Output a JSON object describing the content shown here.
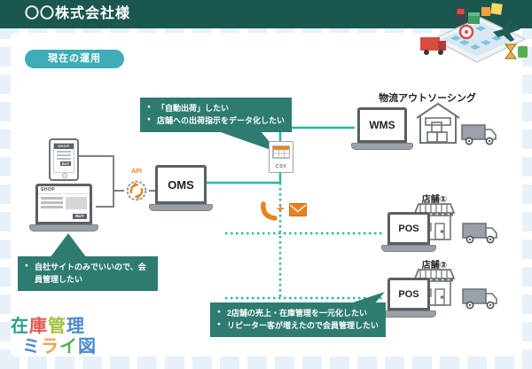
{
  "header": {
    "title": "〇〇株式会社様"
  },
  "badge": {
    "label": "現在の運用"
  },
  "callouts": {
    "top": {
      "items": [
        "「自動出荷」したい",
        "店舗への出荷指示をデータ化したい"
      ]
    },
    "left": {
      "items": [
        "自社サイトのみでいいので、会員管理したい"
      ]
    },
    "bottom": {
      "items": [
        "2店舗の売上・在庫管理を一元化したい",
        "リピーター客が増えたので会員管理したい"
      ]
    }
  },
  "nodes": {
    "shop_phone": {
      "screen_title": "SHOP",
      "button": "BUY"
    },
    "shop_site": {
      "screen_title": "SHOP",
      "button": "BUY"
    },
    "api": {
      "label": "API"
    },
    "oms": {
      "label": "OMS"
    },
    "csv": {
      "label": "CSV"
    },
    "wms": {
      "label": "WMS"
    },
    "logistics": {
      "label": "物流アウトソーシング"
    },
    "store1": {
      "label": "店舗①",
      "pos": "POS"
    },
    "store2": {
      "label": "店舗②",
      "pos": "POS"
    },
    "channel": {
      "plus": "+"
    }
  },
  "logo": {
    "chars": [
      {
        "text": "在",
        "color": "#2f9b8b"
      },
      {
        "text": "庫",
        "color": "#e0584a"
      },
      {
        "text": "管",
        "color": "#9ec23b"
      },
      {
        "text": "理",
        "color": "#4a89cf"
      },
      {
        "text": "ミ",
        "color": "#4a89cf"
      },
      {
        "text": "ラ",
        "color": "#f29f4a"
      },
      {
        "text": "イ",
        "color": "#57ad55"
      },
      {
        "text": "図",
        "color": "#4a89cf"
      }
    ]
  },
  "colors": {
    "header_bg": "#1a574e",
    "badge_bg": "#3fadb8",
    "callout_bg": "#2e7c71",
    "line_teal": "#2cb5a6",
    "accent_orange": "#e8821e",
    "device_gray": "#5a6065",
    "pattern_tile": "#e6f1fa"
  }
}
